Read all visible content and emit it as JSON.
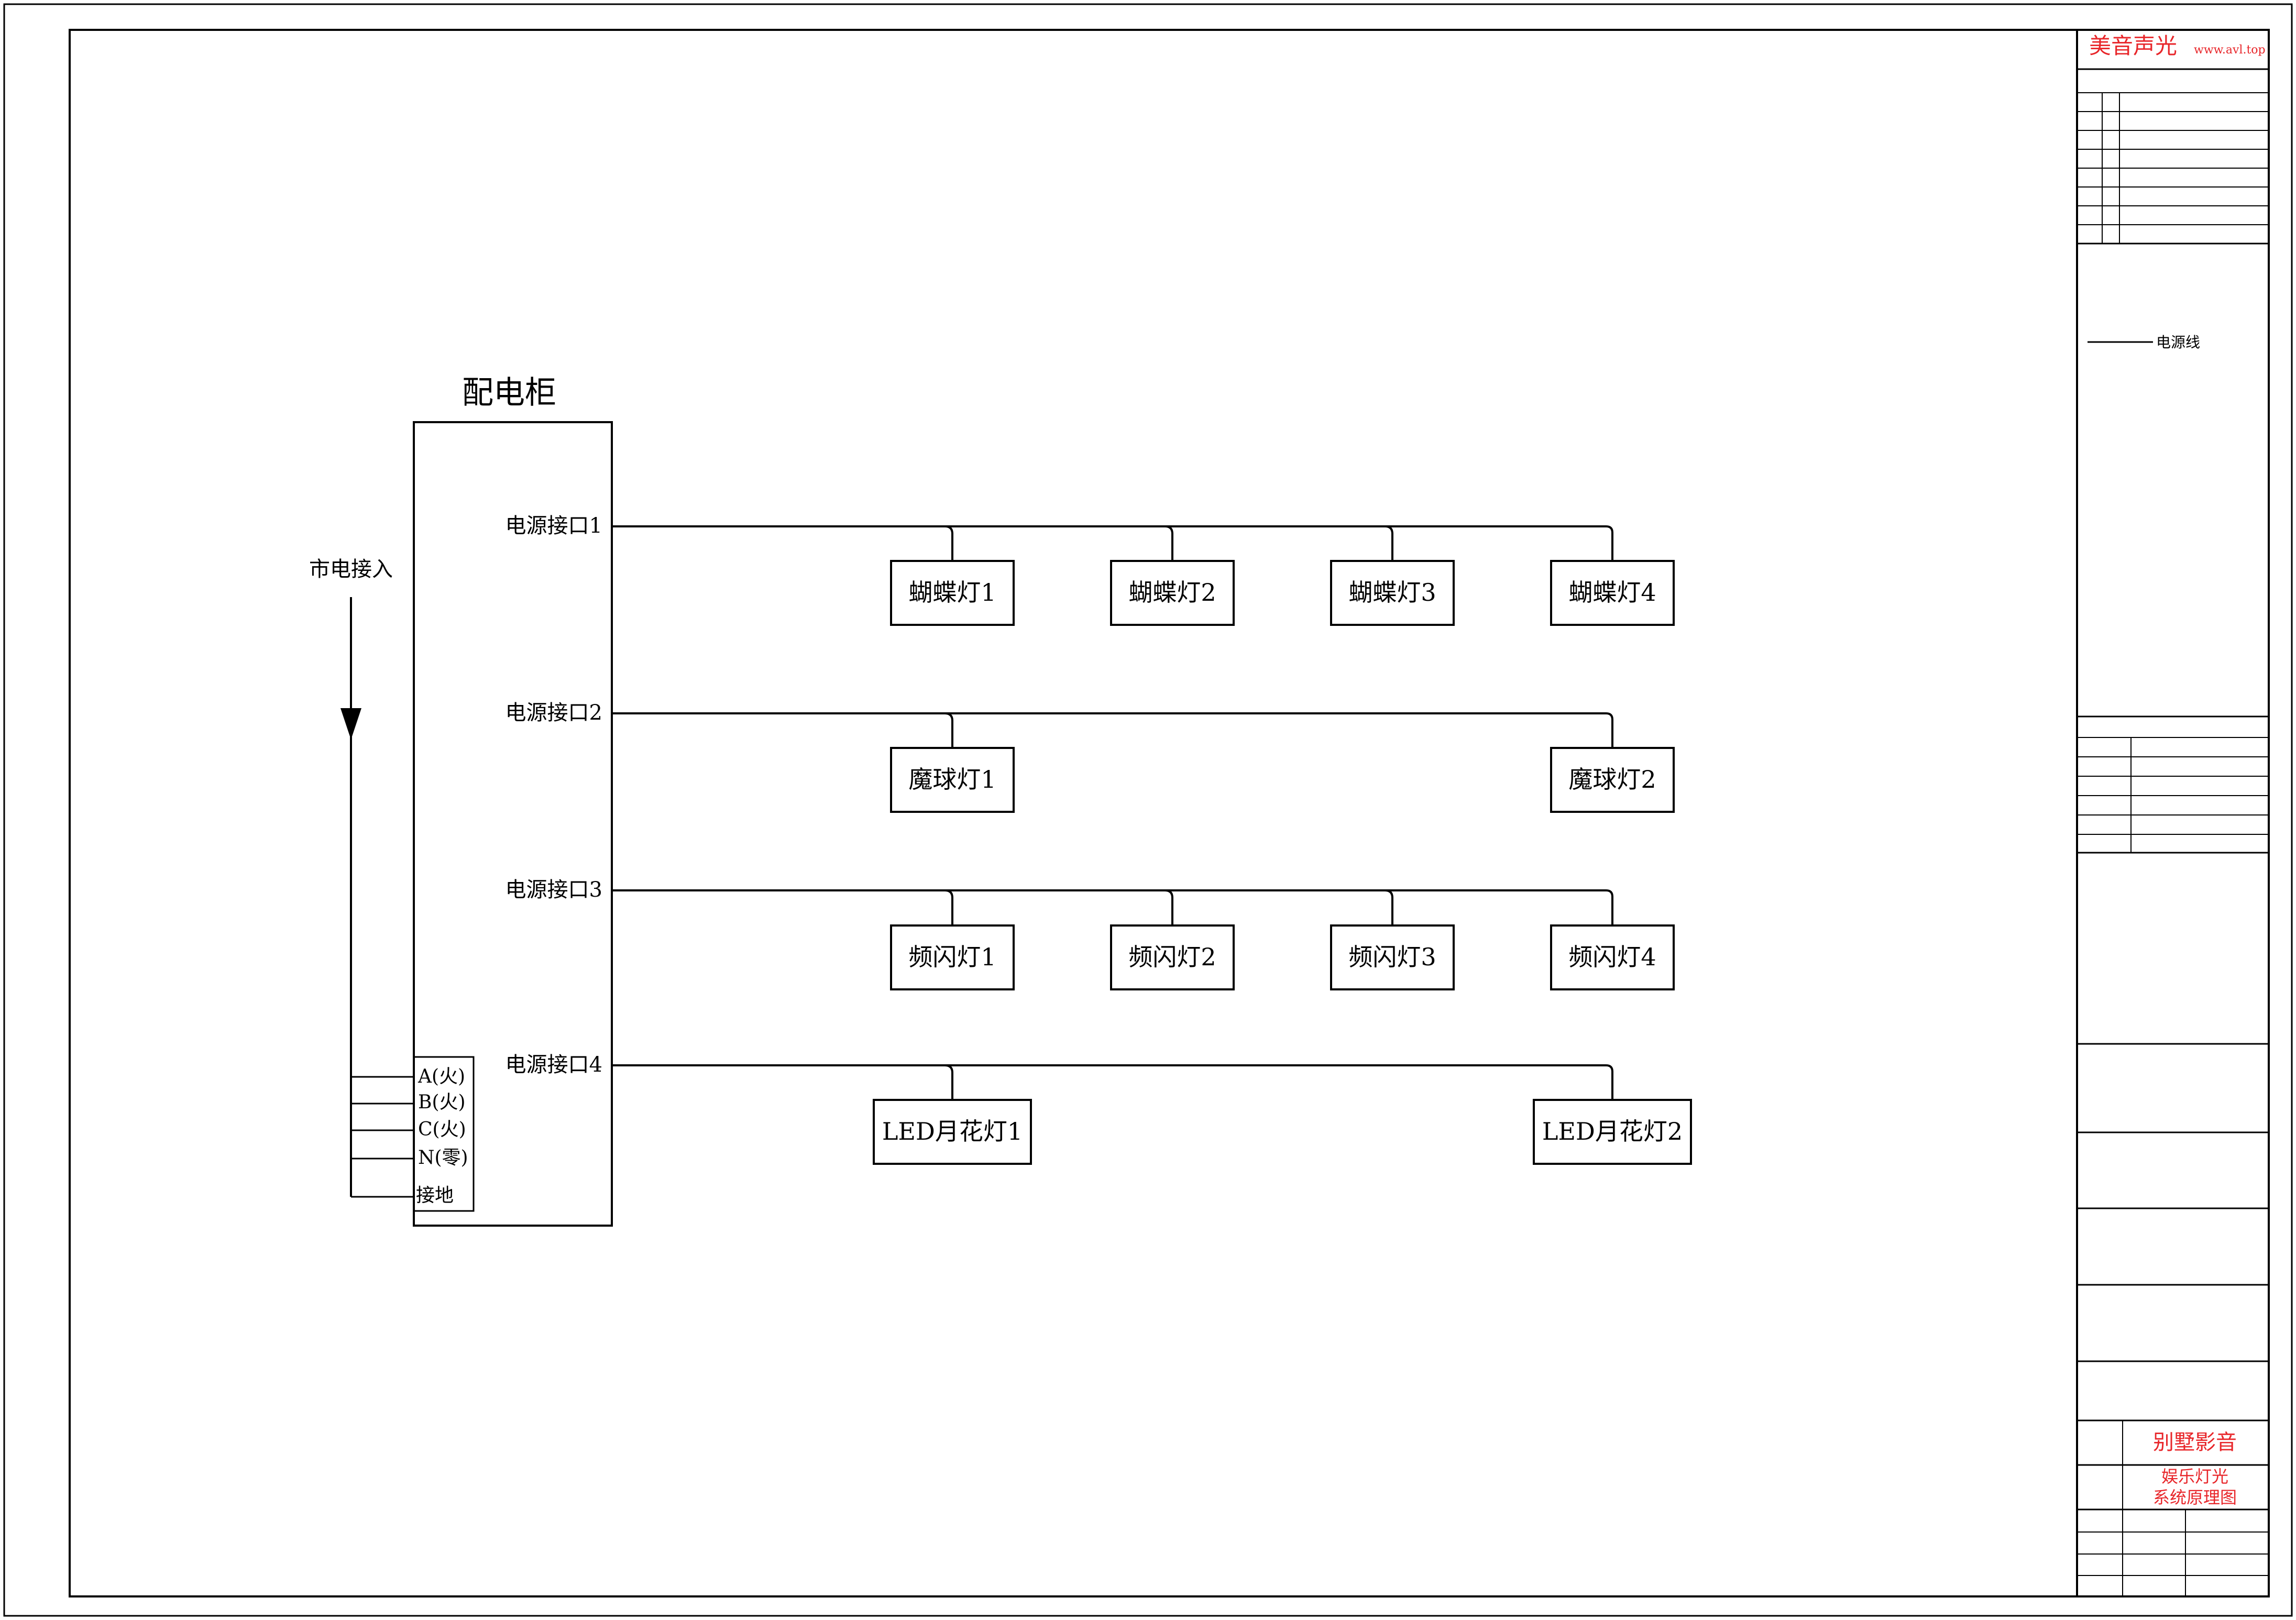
{
  "cabinet": {
    "title": "配电柜",
    "mains_label": "市电接入",
    "ports": [
      "电源接口1",
      "电源接口2",
      "电源接口3",
      "电源接口4"
    ],
    "terminals": [
      "A(火)",
      "B(火)",
      "C(火)",
      "N(零)",
      "接地"
    ]
  },
  "rows": [
    {
      "port": "电源接口1",
      "devices": [
        "蝴蝶灯1",
        "蝴蝶灯2",
        "蝴蝶灯3",
        "蝴蝶灯4"
      ]
    },
    {
      "port": "电源接口2",
      "devices": [
        "魔球灯1",
        "魔球灯2"
      ]
    },
    {
      "port": "电源接口3",
      "devices": [
        "频闪灯1",
        "频闪灯2",
        "频闪灯3",
        "频闪灯4"
      ]
    },
    {
      "port": "电源接口4",
      "devices": [
        "LED月花灯1",
        "LED月花灯2"
      ]
    }
  ],
  "title_block": {
    "company": "美音声光",
    "website": "www.avl.top",
    "legend_label": "电源线",
    "project_value": "别墅影音",
    "drawing_title_line1": "娱乐灯光",
    "drawing_title_line2": "系统原理图"
  },
  "colors": {
    "line": "#000000",
    "brand_red": "#e8262a",
    "background": "#ffffff"
  }
}
